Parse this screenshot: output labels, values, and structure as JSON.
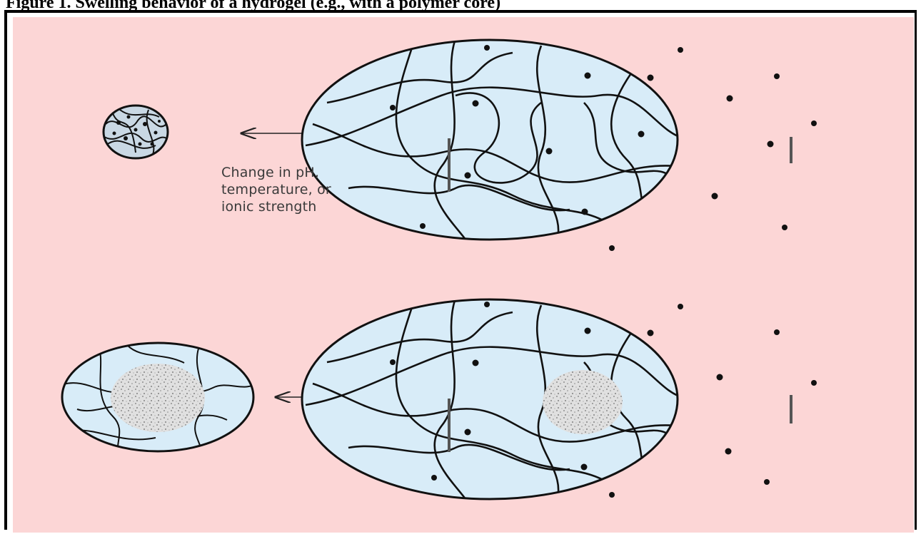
{
  "caption": {
    "text": "Figure 1. Swelling behavior of a hydrogel (e.g., with a polymer core)"
  },
  "figure": {
    "background": "#fcd6d6",
    "gel_fill": "#d8ecf8",
    "core_fill": "#d9d9d9",
    "stroke": "#111111",
    "condition_label": [
      "Change in pH,",
      "temperature, or",
      "ionic strength"
    ],
    "icons": {
      "transition_arrow": "double-headed-arrow"
    }
  }
}
